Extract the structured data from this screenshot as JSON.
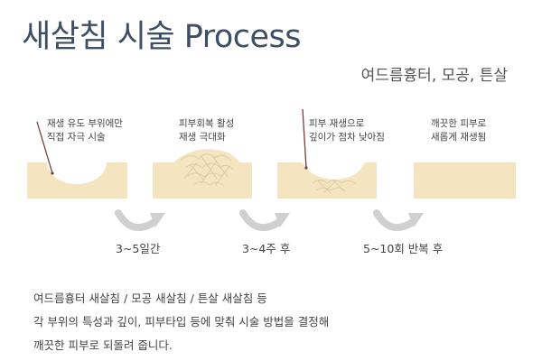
{
  "title": "새살침 시술 Process",
  "subtitle": "여드름흉터, 모공, 튼살",
  "steps": [
    {
      "caption_lines": [
        "재생 유도 부위에만",
        "직접 자극 시술"
      ]
    },
    {
      "caption_lines": [
        "피부회복 활성",
        "재생 극대화"
      ]
    },
    {
      "caption_lines": [
        "피부 재생으로",
        "깊이가 점차 낮아짐"
      ]
    },
    {
      "caption_lines": [
        "깨끗한 피부로",
        "새롭게 재생됨"
      ]
    }
  ],
  "intervals": [
    "3~5일간",
    "3~4주 후",
    "5~10회 반복 후"
  ],
  "description": [
    "여드름흉터 새살침 / 모공 새살침 / 튼살 새살침 등",
    "각 부위의 특성과 깊이, 피부타입 등에 맞춰 시술 방법을 결정해",
    "깨끗한 피부로 되돌려 줍니다."
  ],
  "colors": {
    "skin": "#f4e4c0",
    "title": "#3e4f63",
    "arrow": "#d0d0d0",
    "needle": "#7a3b3b",
    "tissue": "#d9c49c"
  }
}
